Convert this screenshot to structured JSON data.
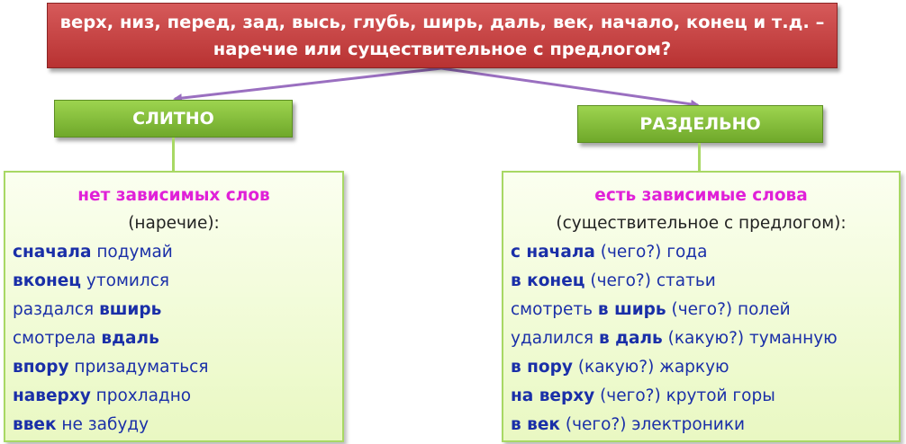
{
  "title": {
    "line1": "верх, низ, перед, зад, высь, глубь, ширь, даль, век, начало, конец и т.д. –",
    "line2": "наречие или существительное с предлогом?"
  },
  "left": {
    "tag": "СЛИТНО",
    "heading": "нет зависимых слов",
    "sub": "(наречие):",
    "rows": [
      {
        "a": "",
        "b": "сначала",
        "c": " подумай"
      },
      {
        "a": "",
        "b": "вконец",
        "c": " утомился"
      },
      {
        "a": "раздался ",
        "b": "вширь",
        "c": ""
      },
      {
        "a": "смотрела ",
        "b": "вдаль",
        "c": ""
      },
      {
        "a": "",
        "b": "впору",
        "c": " призадуматься"
      },
      {
        "a": "",
        "b": "наверху",
        "c": " прохладно"
      },
      {
        "a": "",
        "b": "ввек",
        "c": " не забуду"
      }
    ]
  },
  "right": {
    "tag": "РАЗДЕЛЬНО",
    "heading": "есть зависимые слова",
    "sub": "(существительное с предлогом):",
    "rows": [
      {
        "a": "",
        "b": "с начала",
        "c": " (чего?) года"
      },
      {
        "a": "",
        "b": "в конец",
        "c": " (чего?) статьи"
      },
      {
        "a": "смотреть ",
        "b": "в ширь",
        "c": " (чего?) полей"
      },
      {
        "a": "удалился ",
        "b": "в даль",
        "c": " (какую?) туманную"
      },
      {
        "a": " ",
        "b": "в пору",
        "c": " (какую?) жаркую"
      },
      {
        "a": "",
        "b": "на верху",
        "c": " (чего?) крутой горы"
      },
      {
        "a": "",
        "b": "в век",
        "c": " (чего?) электроники"
      }
    ]
  },
  "colors": {
    "title_bg": "#c44444",
    "tag_bg": "#8cc63f",
    "panel_border": "#a8d864",
    "heading_text": "#e020d8",
    "body_text": "#1a2fa8",
    "arrow": "#9a6fc0"
  }
}
